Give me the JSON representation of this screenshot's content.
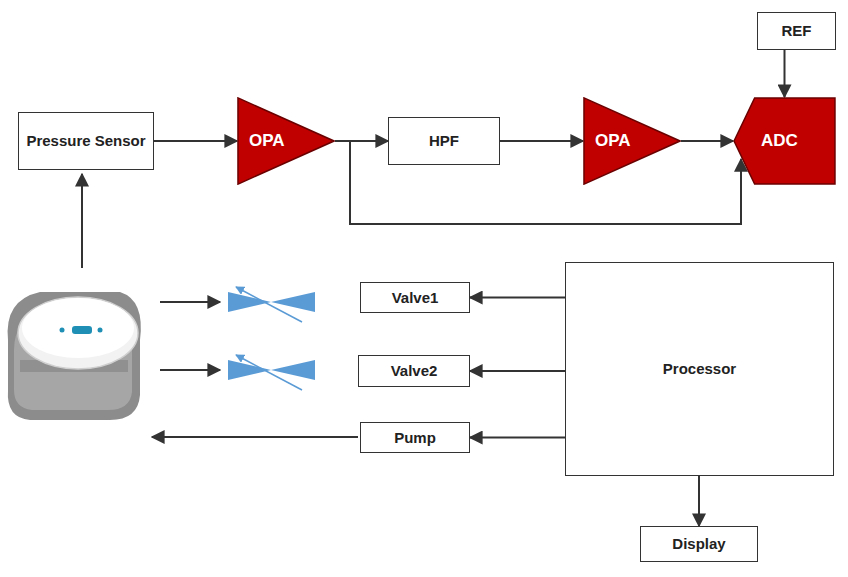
{
  "diagram": {
    "nodes": [
      {
        "text": [
          "Pressure Sensor"
        ]
      },
      {
        "text": [
          "OPA"
        ]
      },
      {
        "text": [
          "HPF"
        ]
      },
      {
        "text": [
          "OPA"
        ]
      },
      {
        "text": [
          "REF"
        ]
      },
      {
        "text": [
          "ADC"
        ]
      },
      {
        "text": [
          "Valve1"
        ]
      },
      {
        "text": [
          "Valve2"
        ]
      },
      {
        "text": [
          "Pump"
        ]
      },
      {
        "text": [
          "Processor"
        ]
      },
      {
        "text": [
          "Display"
        ]
      }
    ],
    "edges": [
      {
        "from": 0,
        "to": 1,
        "arrow": "to"
      },
      {
        "from": 1,
        "to": 2,
        "arrow": "to"
      },
      {
        "from": 2,
        "to": 3,
        "arrow": "to"
      },
      {
        "from": 3,
        "to": 5,
        "arrow": "to"
      },
      {
        "from": 1,
        "to": 5,
        "arrow": "to"
      },
      {
        "from": 4,
        "to": 5,
        "arrow": "to"
      },
      {
        "from": 9,
        "to": 6,
        "arrow": "to"
      },
      {
        "from": 9,
        "to": 7,
        "arrow": "to"
      },
      {
        "from": 9,
        "to": 8,
        "arrow": "to"
      },
      {
        "from": 9,
        "to": 10,
        "arrow": "to"
      }
    ]
  }
}
